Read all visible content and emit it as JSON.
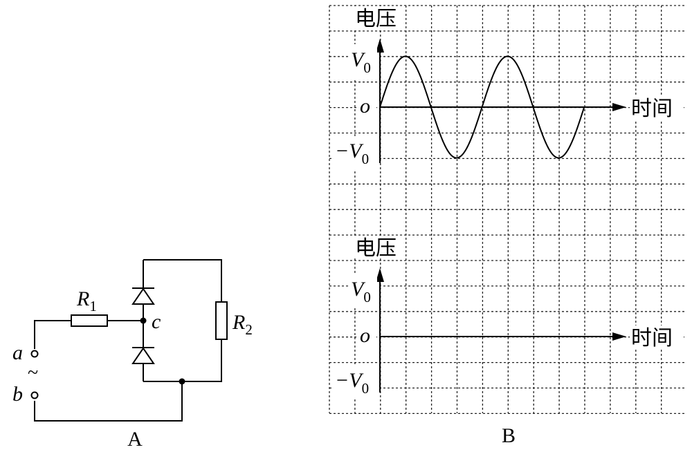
{
  "circuit": {
    "label_a": "a",
    "label_b": "b",
    "label_ac_symbol": "~",
    "label_r1_main": "R",
    "label_r1_sub": "1",
    "label_r2_main": "R",
    "label_r2_sub": "2",
    "label_c": "c",
    "caption": "A"
  },
  "graphs": {
    "caption": "B",
    "top": {
      "ylabel": "电压",
      "xlabel": "时间",
      "origin": "o",
      "v0_main": "V",
      "v0_sub": "0",
      "neg_v0_main": "−V",
      "neg_v0_sub": "0"
    },
    "bottom": {
      "ylabel": "电压",
      "xlabel": "时间",
      "origin": "o",
      "v0_main": "V",
      "v0_sub": "0",
      "neg_v0_main": "−V",
      "neg_v0_sub": "0"
    }
  },
  "chart_data": [
    {
      "type": "line",
      "title": "",
      "xlabel": "时间",
      "ylabel": "电压",
      "grid": true,
      "yticks": [
        "V0",
        "o",
        "−V0"
      ],
      "ylim": [
        -1,
        1
      ],
      "xlim": [
        0,
        4
      ],
      "series": [
        {
          "x": [
            0,
            0.25,
            0.5,
            0.75,
            1,
            1.25,
            1.5,
            1.75,
            2,
            2.25,
            2.5,
            2.75,
            3,
            3.25,
            3.5,
            3.75,
            4
          ],
          "values": [
            0,
            0.707,
            1,
            0.707,
            0,
            -0.707,
            -1,
            -0.707,
            0,
            0.707,
            1,
            0.707,
            0,
            -0.707,
            -1,
            -0.707,
            0
          ]
        }
      ]
    },
    {
      "type": "line",
      "title": "",
      "xlabel": "时间",
      "ylabel": "电压",
      "grid": true,
      "yticks": [
        "V0",
        "o",
        "−V0"
      ],
      "ylim": [
        -1,
        1
      ],
      "series": []
    }
  ]
}
